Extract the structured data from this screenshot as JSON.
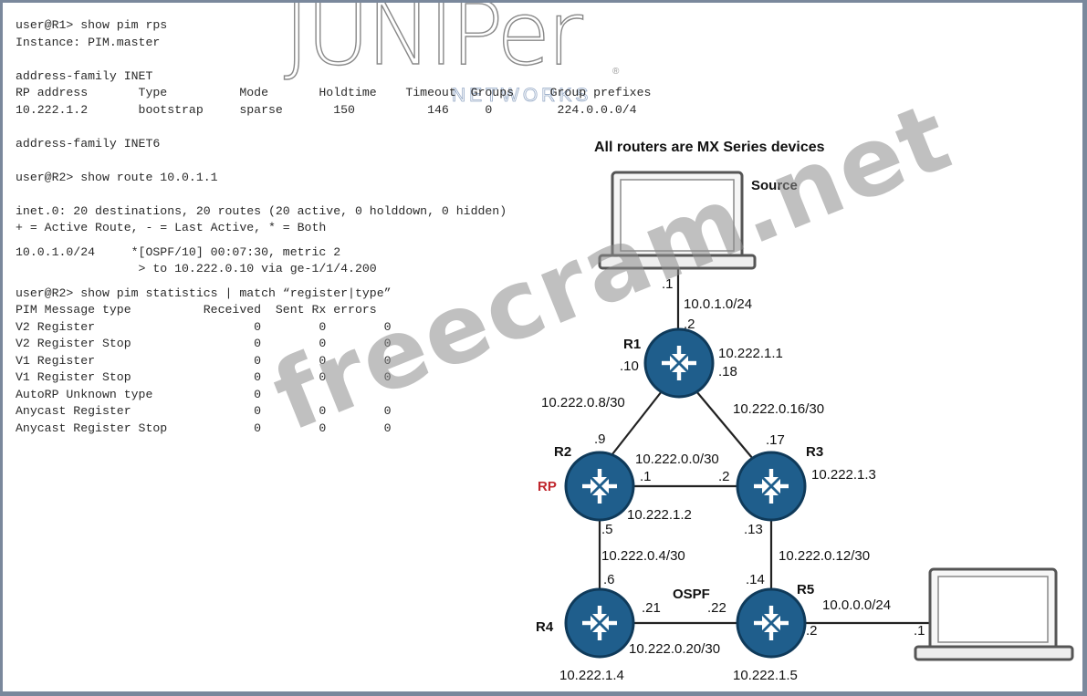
{
  "cli": {
    "l01": "user@R1> show pim rps",
    "l02": "Instance: PIM.master",
    "l03": "address-family INET",
    "l04": "RP address       Type          Mode       Holdtime    Timeout  Groups     Group prefixes",
    "l05": "10.222.1.2       bootstrap     sparse       150          146     0         224.0.0.0/4",
    "l06": "address-family INET6",
    "l07": "user@R2> show route 10.0.1.1",
    "l08": "inet.0: 20 destinations, 20 routes (20 active, 0 holddown, 0 hidden)",
    "l09": "+ = Active Route, - = Last Active, * = Both",
    "l10": "10.0.1.0/24     *[OSPF/10] 00:07:30, metric 2",
    "l11": "                 > to 10.222.0.10 via ge-1/1/4.200",
    "l12": "user@R2> show pim statistics | match “register|type”",
    "l13": "PIM Message type          Received  Sent Rx errors",
    "l14": "V2 Register                      0        0        0",
    "l15": "V2 Register Stop                 0        0        0",
    "l16": "V1 Register                      0        0        0",
    "l17": "V1 Register Stop                 0        0        0",
    "l18": "AutoRP Unknown type              0",
    "l19": "Anycast Register                 0        0        0",
    "l20": "Anycast Register Stop            0        0        0"
  },
  "logo": {
    "word": "JUNIPer",
    "sub": "NETWORKS",
    "reg": "®"
  },
  "watermark": "freecram.net",
  "diagram": {
    "title": "All routers are MX Series devices",
    "source": "Source",
    "rp": "RP",
    "ospf": "OSPF",
    "routers": {
      "r1": {
        "name": "R1",
        "loopback": "10.222.1.1"
      },
      "r2": {
        "name": "R2",
        "loopback": "10.222.1.2"
      },
      "r3": {
        "name": "R3",
        "loopback": "10.222.1.3"
      },
      "r4": {
        "name": "R4",
        "loopback": "10.222.1.4"
      },
      "r5": {
        "name": "R5",
        "loopback": "10.222.1.5"
      }
    },
    "links": {
      "src_r1": {
        "subnet": "10.0.1.0/24",
        "a": ".1",
        "b": ".2"
      },
      "r1_r2": {
        "subnet": "10.222.0.8/30",
        "a": ".10",
        "b": ".9"
      },
      "r1_r3": {
        "subnet": "10.222.0.16/30",
        "a": ".18",
        "b": ".17"
      },
      "r2_r3": {
        "subnet": "10.222.0.0/30",
        "a": ".1",
        "b": ".2"
      },
      "r2_r4": {
        "subnet": "10.222.0.4/30",
        "a": ".5",
        "b": ".6"
      },
      "r3_r5": {
        "subnet": "10.222.0.12/30",
        "a": ".13",
        "b": ".14"
      },
      "r4_r5": {
        "subnet": "10.222.0.20/30",
        "a": ".21",
        "b": ".22"
      },
      "r5_rcv": {
        "subnet": "10.0.0.0/24",
        "a": ".2",
        "b": ".1"
      }
    }
  },
  "colors": {
    "router": "#1f5e8c",
    "router_edge": "#0f3a5a",
    "rp_label": "#c0262d",
    "laptop_edge": "#555555"
  }
}
